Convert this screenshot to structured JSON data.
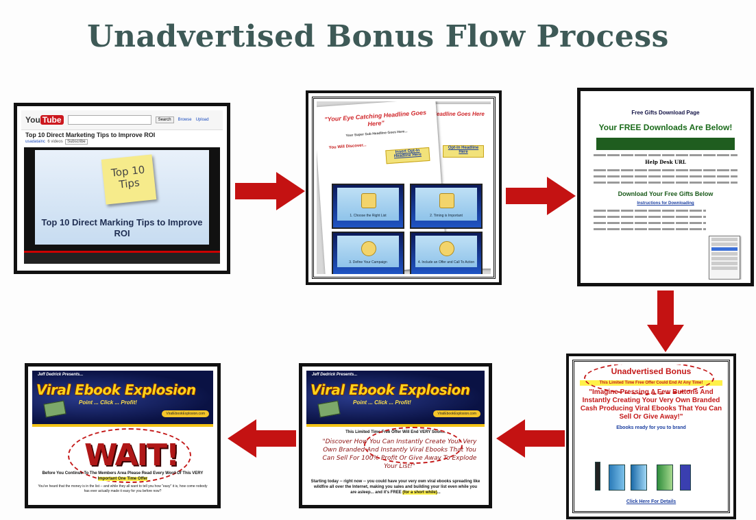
{
  "title": "Unadvertised Bonus Flow Process",
  "steps": {
    "youtube": {
      "logo_you": "You",
      "logo_tube": "Tube",
      "search_btn": "Search",
      "browse": "Browse",
      "upload": "Upload",
      "video_title": "Top 10 Direct Marketing Tips to Improve ROI",
      "channel": "usadatainc",
      "videos": "6 videos",
      "subscribe": "Subscribe",
      "sticky": "Top 10 Tips",
      "caption": "Top 10 Direct Marking Tips to Improve ROI"
    },
    "squeeze": {
      "headline": "\"Your Eye Catching Headline Goes Here\"",
      "headline_back": "Headline Goes Here",
      "subheadline": "Your Super Sub Headline Goes Here...",
      "discover": "You Will Discover...",
      "optin": "Insert Opt-In Headline Here",
      "optin_back": "Opt-In Headline Here",
      "videos": [
        "1. Choose the Right List",
        "2. Timing is Important",
        "3. Define Your Campaign",
        "4. Include an Offer and Call To Action"
      ]
    },
    "download": {
      "page_title": "Free Gifts Download Page",
      "headline": "Your FREE Downloads Are Below!",
      "support": "Help Desk URL",
      "section": "Download Your Free Gifts Below",
      "instructions": "Instructions for Downloading"
    },
    "bonus": {
      "title": "Unadvertised Bonus",
      "strip": "This Limited Time Free Offer Could End At Any Time!",
      "pitch": "\"Imagine Pressing A Few Buttons And Instantly Creating Your Very Own Branded Cash Producing Viral Ebooks That You Can Sell Or Give Away!\"",
      "ready": "Ebooks ready for you to brand",
      "cta": "Click Here For Details"
    },
    "offer": {
      "byline": "Jeff Dedrick Presents...",
      "brand": "Viral Ebook Explosion",
      "tagline": "Point ... Click ... Profit!",
      "site": "ViralEbookExplosion.com",
      "limited": "This Limited Time Free Offer Will End VERY Soon...",
      "script": "\"Discover How You Can Instantly Create Your Very Own Branded And Instantly Viral Ebooks That You Can Sell For 100% Profit Or Give Away To Explode Your List!\"",
      "body_pre": "Starting today -- right now -- you could have your very own viral ebooks spreading like wildfire all over the Internet, making you sales and building your list even while you are asleep... and it's FREE ",
      "body_hi": "(for a short while)",
      "body_post": "..."
    },
    "wait": {
      "byline": "Jeff Dedrick Presents...",
      "brand": "Viral Ebook Explosion",
      "tagline": "Point ... Click ... Profit!",
      "site": "ViralEbookExplosion.com",
      "word": "WAIT!",
      "notice_pre": "Before You Continue To The Members Area Please Read Every Word Of This ",
      "notice_very": "VERY ",
      "notice_hi": "Important One Time Offer",
      "body": "You've heard that the money is in the list -- and while they all want to tell you how \"easy\" it is, how come nobody has ever actually made it easy for you before now?"
    }
  },
  "colors": {
    "title": "#3e5a57",
    "arrow": "#c41212",
    "frame": "#111111"
  }
}
